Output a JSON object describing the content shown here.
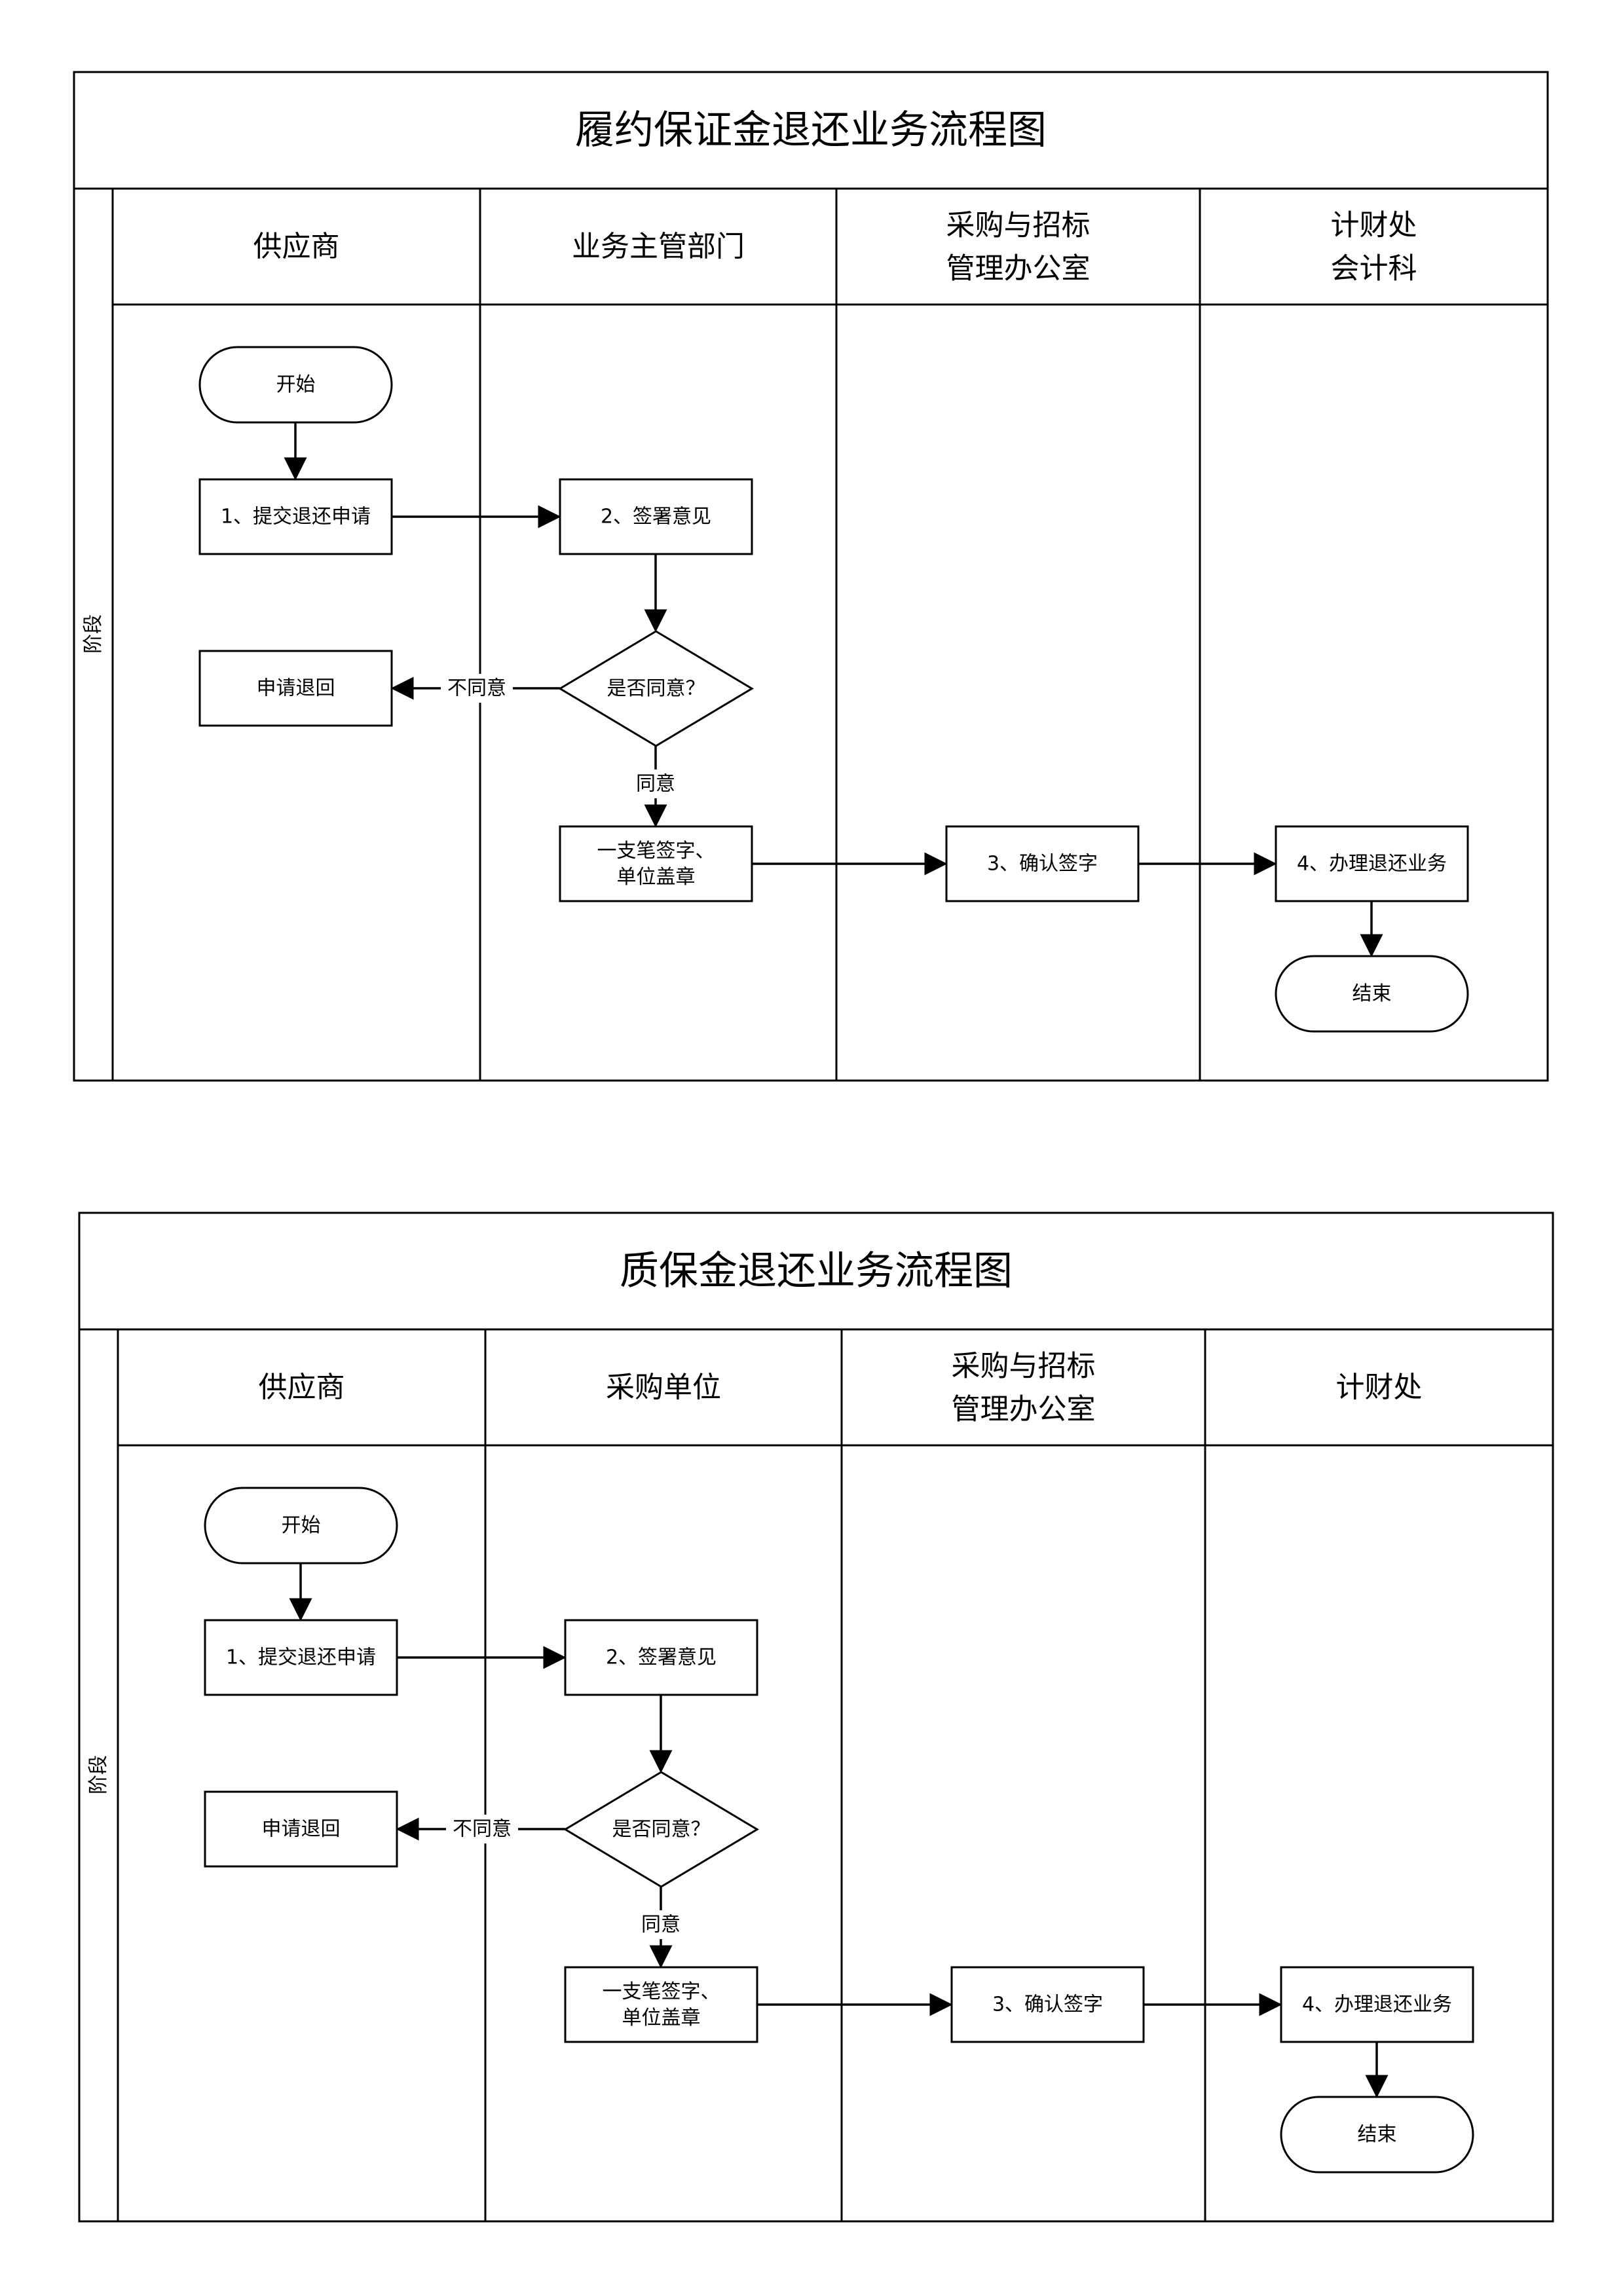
{
  "diagrams": [
    {
      "title": "履约保证金退还业务流程图",
      "stage_label": "阶段",
      "lanes": [
        {
          "label": "供应商"
        },
        {
          "label": "业务主管部门"
        },
        {
          "label": "采购与招标\n管理办公室"
        },
        {
          "label": "计财处\n会计科"
        }
      ],
      "nodes": {
        "start": "开始",
        "submit": "1、提交退还申请",
        "sign_opinion": "2、签署意见",
        "decision": "是否同意？",
        "reject": "申请退回",
        "seal": "一支笔签字、\n单位盖章",
        "confirm": "3、确认签字",
        "handle": "4、办理退还业务",
        "end": "结束"
      },
      "edge_labels": {
        "disagree": "不同意",
        "agree": "同意"
      }
    },
    {
      "title": "质保金退还业务流程图",
      "stage_label": "阶段",
      "lanes": [
        {
          "label": "供应商"
        },
        {
          "label": "采购单位"
        },
        {
          "label": "采购与招标\n管理办公室"
        },
        {
          "label": "计财处"
        }
      ],
      "nodes": {
        "start": "开始",
        "submit": "1、提交退还申请",
        "sign_opinion": "2、签署意见",
        "decision": "是否同意？",
        "reject": "申请退回",
        "seal": "一支笔签字、\n单位盖章",
        "confirm": "3、确认签字",
        "handle": "4、办理退还业务",
        "end": "结束"
      },
      "edge_labels": {
        "disagree": "不同意",
        "agree": "同意"
      }
    }
  ]
}
